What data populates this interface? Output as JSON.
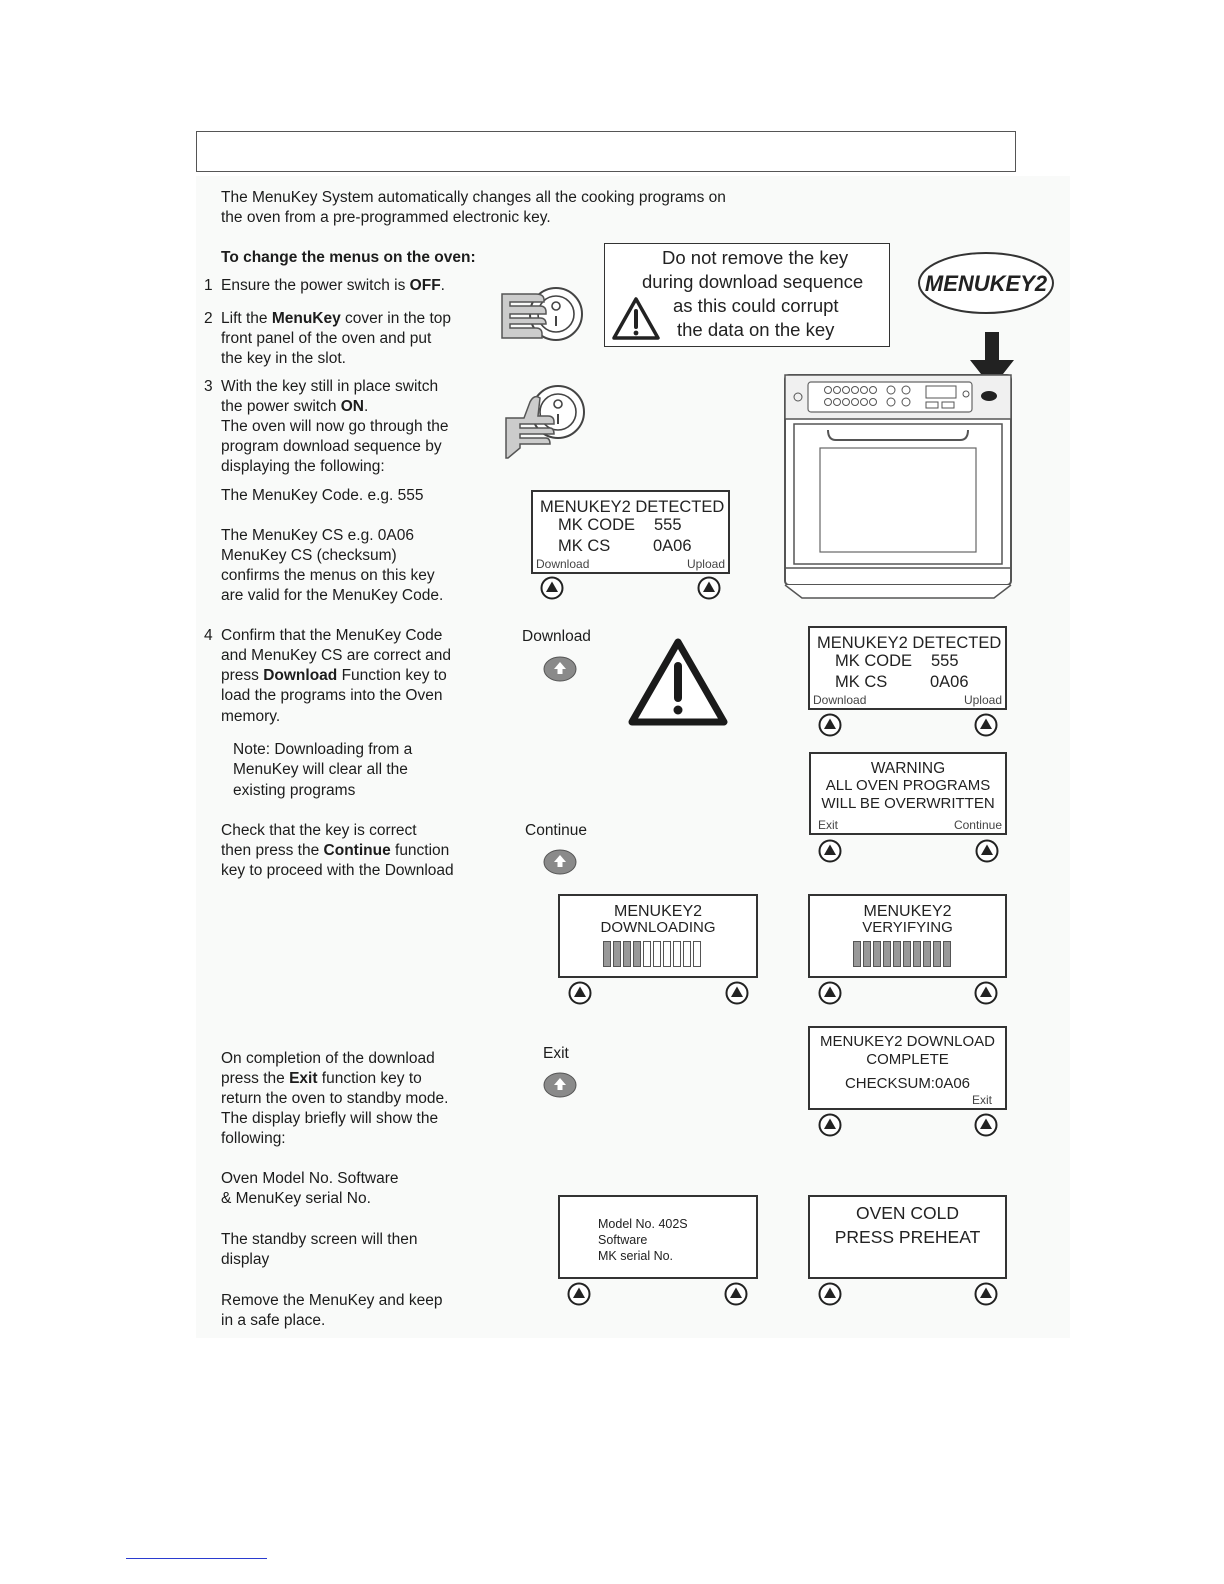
{
  "intro": {
    "line1": "The MenuKey System automatically changes all the cooking programs on",
    "line2": "the oven from a pre-programmed electronic key."
  },
  "heading": "To change the menus on the oven:",
  "steps": {
    "s1_num": "1",
    "s1_a": "Ensure the power switch  is ",
    "s1_b": "OFF",
    "s1_c": ".",
    "s2_num": "2",
    "s2_l1a": "Lift the ",
    "s2_l1b": "MenuKey",
    "s2_l1c": " cover in the top",
    "s2_l2": "front  panel of the oven and put",
    "s2_l3": "the key in the slot.",
    "s3_num": "3",
    "s3_l1": "With the key still in place switch",
    "s3_l2a": "the power switch ",
    "s3_l2b": "ON",
    "s3_l2c": ".",
    "s3_l3": "The oven will now go through the",
    "s3_l4": "program download sequence by",
    "s3_l5": "displaying the following:",
    "code_line": "The MenuKey Code.    e.g. 555",
    "cs_l1": "The MenuKey CS        e.g. 0A06",
    "cs_l2": "MenuKey CS (checksum)",
    "cs_l3": "confirms the menus on this key",
    "cs_l4": "are valid for the MenuKey Code.",
    "s4_num": "4",
    "s4_l1": "Confirm that the MenuKey Code",
    "s4_l2": "and MenuKey CS are correct and",
    "s4_l3a": "press ",
    "s4_l3b": "Download",
    "s4_l3c": " Function key to",
    "s4_l4": "load the programs into the Oven",
    "s4_l5": "memory.",
    "note_l1": "Note: Downloading from a",
    "note_l2": "MenuKey will clear all the",
    "note_l3": "existing programs",
    "check_l1": "Check that the key is correct",
    "check_l2a": "then press the ",
    "check_l2b": "Continue",
    "check_l2c": " function",
    "check_l3": "key to proceed with the Download",
    "comp_l1": "On completion of the download",
    "comp_l2a": "press the ",
    "comp_l2b": "Exit",
    "comp_l2c": " function key to",
    "comp_l3": "return the oven to standby mode.",
    "comp_l4": "The display briefly will show the",
    "comp_l5": "following:",
    "model_l1": "Oven Model No. Software",
    "model_l2": " & MenuKey serial No.",
    "standby_l1": "The standby screen will then",
    "standby_l2": "display",
    "remove_l1": "Remove the MenuKey and keep",
    "remove_l2": "in a safe place."
  },
  "warning_box": {
    "l1": "Do not remove the key",
    "l2": "during download sequence",
    "l3": "as this could corrupt",
    "l4": "the data on the key"
  },
  "logo": "MENUKEY2",
  "buttons": {
    "download": "Download",
    "continue": "Continue",
    "exit": "Exit"
  },
  "displays": {
    "detected1": {
      "l1": "MENUKEY2 DETECTED",
      "code_label": "MK CODE",
      "code_val": "555",
      "cs_label": "MK CS",
      "cs_val": "0A06",
      "left": "Download",
      "right": "Upload"
    },
    "detected2": {
      "l1": "MENUKEY2 DETECTED",
      "code_label": "MK CODE",
      "code_val": "555",
      "cs_label": "MK CS",
      "cs_val": "0A06",
      "left": "Download",
      "right": "Upload"
    },
    "warning": {
      "l1": "WARNING",
      "l2": "ALL OVEN PROGRAMS",
      "l3": "WILL BE OVERWRITTEN",
      "left": "Exit",
      "right": "Continue"
    },
    "downloading": {
      "l1": "MENUKEY2",
      "l2": "DOWNLOADING"
    },
    "verifying": {
      "l1": "MENUKEY2",
      "l2": "VERYIFYING"
    },
    "complete": {
      "l1": "MENUKEY2 DOWNLOAD",
      "l2": "COMPLETE",
      "l3": "CHECKSUM:0A06",
      "right": "Exit"
    },
    "model": {
      "l1": "Model No. 402S",
      "l2": "Software",
      "l3": "MK serial No."
    },
    "standby": {
      "l1": "OVEN COLD",
      "l2": "PRESS PREHEAT"
    }
  },
  "progress": {
    "downloading_filled": 4,
    "downloading_total": 10,
    "verifying_filled": 10,
    "verifying_total": 10
  },
  "colors": {
    "panel": "#f9faf9",
    "button": "#8a8a8a",
    "footer_line": "#2a3bd0"
  }
}
